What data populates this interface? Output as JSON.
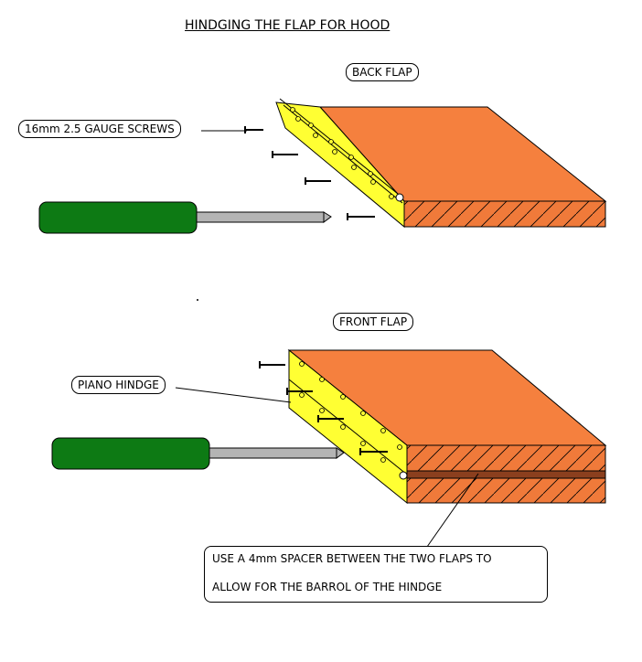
{
  "title": "HINDGING THE FLAP FOR HOOD",
  "labels": {
    "back_flap": "BACK FLAP",
    "front_flap": "FRONT FLAP",
    "screws": "16mm 2.5 GAUGE SCREWS",
    "piano_hinge": "PIANO HINDGE"
  },
  "note": {
    "line1": "USE A 4mm SPACER BETWEEN THE TWO FLAPS TO",
    "line2": "ALLOW FOR THE BARROL OF THE HINDGE"
  },
  "colors": {
    "wood_top": "#f5803e",
    "wood_edge": "#f07a3a",
    "hinge": "#ffff33",
    "handle": "#0d7a14",
    "shaft": "#b4b4b4",
    "spacer": "#8b3f1e"
  }
}
